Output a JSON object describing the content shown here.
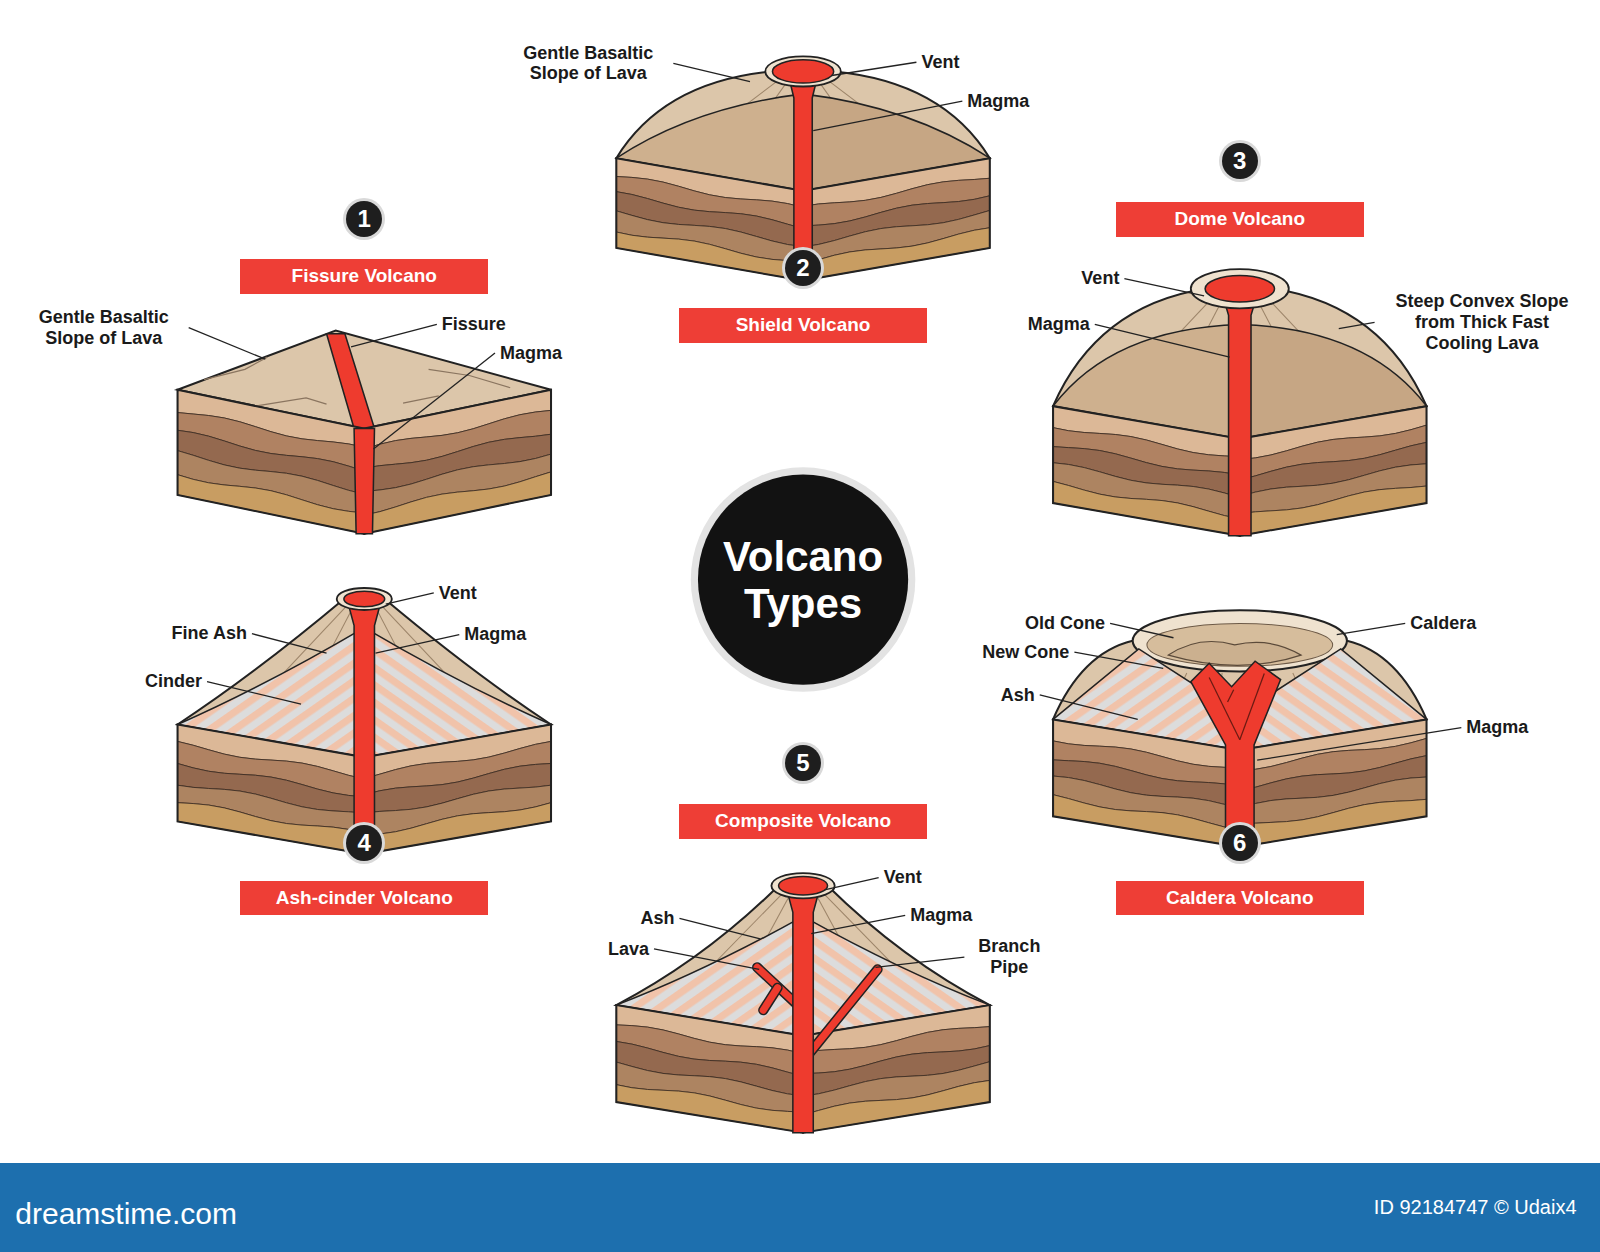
{
  "diagram": {
    "title": "Volcano Types",
    "nodes": [
      {
        "text": [
          "1"
        ]
      },
      {
        "text": [
          "Fissure Volcano"
        ]
      },
      {
        "text": [
          "2"
        ]
      },
      {
        "text": [
          "Shield Volcano"
        ]
      },
      {
        "text": [
          "3"
        ]
      },
      {
        "text": [
          "Dome Volcano"
        ]
      },
      {
        "text": [
          "4"
        ]
      },
      {
        "text": [
          "Ash-cinder Volcano"
        ]
      },
      {
        "text": [
          "5"
        ]
      },
      {
        "text": [
          "Composite Volcano"
        ]
      },
      {
        "text": [
          "6"
        ]
      },
      {
        "text": [
          "Caldera Volcano"
        ]
      }
    ],
    "labels": [
      "Gentle Basaltic Slope of Lava",
      "Fissure",
      "Magma",
      "Gentle Basaltic Slope of Lava",
      "Vent",
      "Magma",
      "Vent",
      "Magma",
      "Steep Convex Slope from Thick Fast Cooling Lava",
      "Fine Ash",
      "Cinder",
      "Vent",
      "Magma",
      "Vent",
      "Ash",
      "Magma",
      "Lava",
      "Branch Pipe",
      "Old Cone",
      "Caldera",
      "New Cone",
      "Ash",
      "Magma",
      "dreamstime.com",
      "ID 92184747 © Udaix4"
    ]
  }
}
